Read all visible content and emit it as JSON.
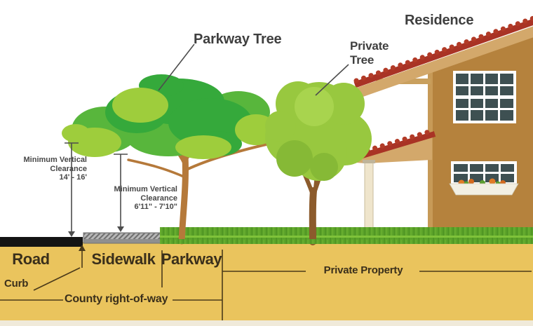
{
  "labels": {
    "road": "Road",
    "sidewalk": "Sidewalk",
    "parkway": "Parkway",
    "curb": "Curb",
    "county_right_of_way": "County right-of-way",
    "private_property": "Private Property",
    "parkway_tree": "Parkway Tree",
    "private_tree": "Private Tree",
    "residence": "Residence"
  },
  "measurements": {
    "parkway_tree_over_road": {
      "line1": "Minimum Vertical",
      "line2": "Clearance",
      "range": "14' - 16'"
    },
    "parkway_tree_over_sidewalk": {
      "line1": "Minimum Vertical",
      "line2": "Clearance",
      "range": "6'11\" - 7'10\""
    }
  },
  "colors": {
    "background": "#FFFFFF",
    "ground": "#EAC45D",
    "ground_footer": "#F0EADA",
    "grass": "#5CA32A",
    "road": "#141414",
    "sidewalk": "#8F8F8F",
    "sidewalk_hatch": "#6F6F6F",
    "house_wall": "#B5823D",
    "house_trim": "#C79A57",
    "roof_red": "#A93325",
    "roof_fascia": "#D3A86B",
    "window_pane": "#3E5052",
    "window_frame": "#FFFFFF",
    "flower": "#E07A26",
    "post": "#EFE5CC",
    "canopy_dark": "#35A93B",
    "canopy_mid": "#58B63C",
    "canopy_light": "#9ECD3C",
    "private_canopy": "#98C83F",
    "private_canopy_shade": "#86B936",
    "parkway_trunk": "#B5793A",
    "private_trunk": "#8C5B2C",
    "line_brown": "#4A3A1A",
    "line_gray": "#4D4D4D",
    "text_dark": "#3A2F1B"
  }
}
